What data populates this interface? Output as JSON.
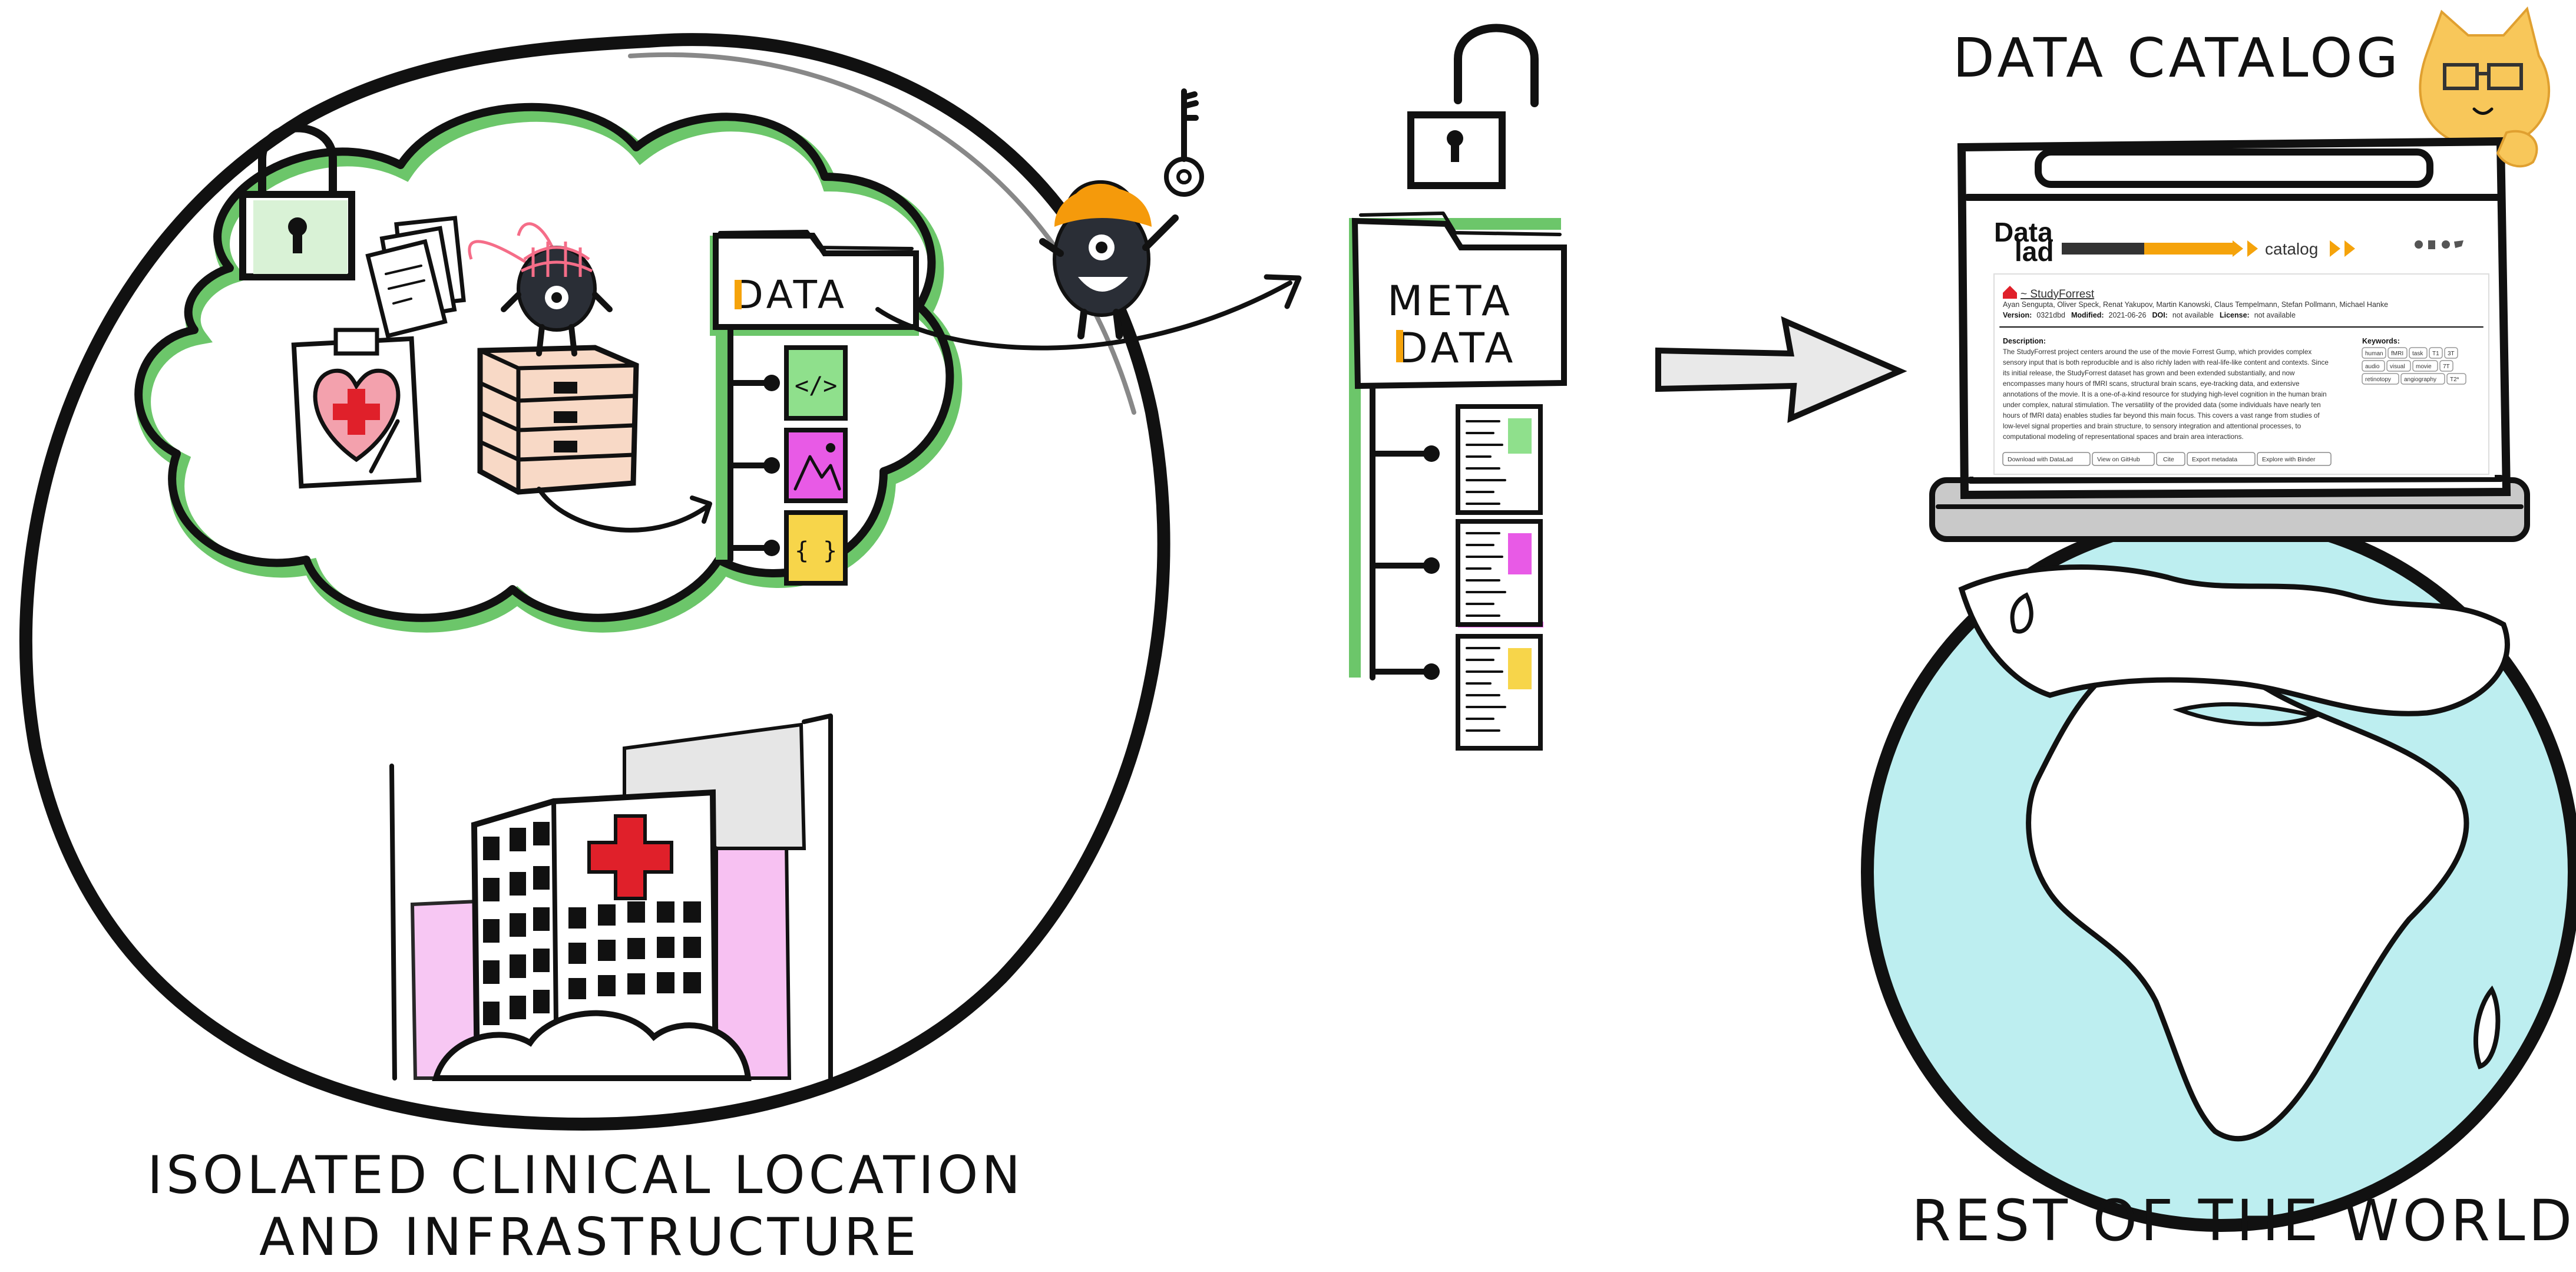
{
  "left_caption": [
    "ISOLATED CLINICAL LOCATION",
    "AND INFRASTRUCTURE"
  ],
  "right_caption": "REST OF THE WORLD",
  "catalog_title": "DATA CATALOG",
  "data_folder_label": "DATA",
  "meta_folder_label": [
    "META",
    "DATA"
  ],
  "file_icons": [
    "</>",
    "{ }"
  ],
  "colors": {
    "green_glow": "#6cc66a",
    "file_code": "#8fe08c",
    "file_image": "#e85ae6",
    "file_json": "#f7d54a",
    "helmet": "#f59a0b",
    "cross": "#e0202a",
    "globe_sea": "#bdeef0",
    "hospital_side": "#f7c1f2",
    "catalog_orange": "#f5a30b"
  },
  "catalog": {
    "logo_top": "Data",
    "logo_bottom": "lad",
    "logo_word": "catalog",
    "dataset_link": "~ StudyForrest",
    "authors": "Ayan Sengupta, Oliver Speck, Renat Yakupov, Martin Kanowski, Claus Tempelmann, Stefan Pollmann, Michael Hanke",
    "meta_line": [
      {
        "k": "Version:",
        "v": "0321dbd"
      },
      {
        "k": "Modified:",
        "v": "2021-06-26"
      },
      {
        "k": "DOI:",
        "v": "not available"
      },
      {
        "k": "License:",
        "v": "not available"
      }
    ],
    "description_heading": "Description:",
    "description": [
      "The StudyForrest project centers around the use of the movie Forrest Gump, which provides complex",
      "sensory input that is both reproducible and is also richly laden with real-life-like content and contexts. Since",
      "its initial release, the StudyForrest dataset has grown and been extended substantially, and now",
      "encompasses many hours of fMRI scans, structural brain scans, eye-tracking data, and extensive",
      "annotations of the movie. It is a one-of-a-kind resource for studying high-level cognition in the human brain",
      "under complex, natural stimulation. The versatility of the provided data (some individuals have nearly ten",
      "hours of fMRI data) enables studies far beyond this main focus. This covers a vast range from studies of",
      "low-level signal properties and brain structure, to sensory integration and attentional processes, to",
      "computational modeling of representational spaces and brain area interactions."
    ],
    "keywords_heading": "Keywords:",
    "keywords": [
      "human",
      "fMRI",
      "task",
      "T1",
      "3T",
      "audio",
      "visual",
      "movie",
      "7T",
      "retinotopy",
      "angiography",
      "T2*"
    ],
    "buttons": [
      "Download with DataLad",
      "View on GitHub",
      "Cite",
      "Export metadata",
      "Explore with Binder"
    ]
  }
}
